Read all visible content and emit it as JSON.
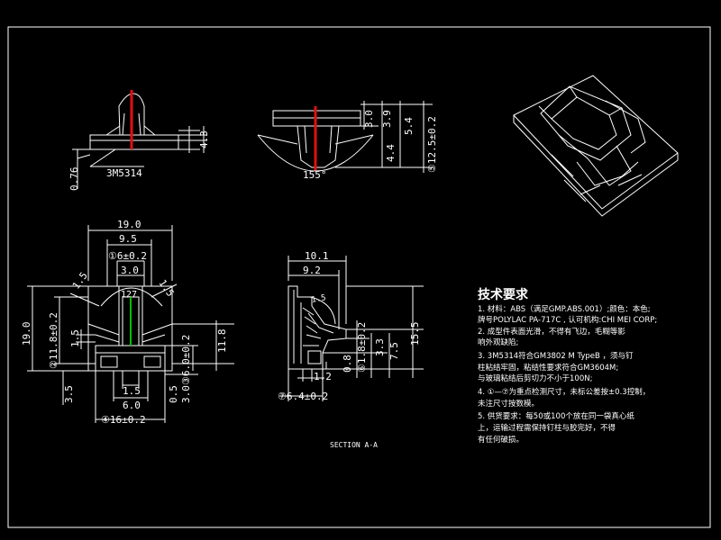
{
  "colors": {
    "background": "#000000",
    "line": "#ffffff",
    "accent_red": "#e01010",
    "highlight_green": "#00c000"
  },
  "top_view": {
    "dim_076": "0.76",
    "dim_43": "4.3",
    "part_no": "3M5314"
  },
  "front_view": {
    "dim_30": "3.0",
    "dim_39": "3.9",
    "dim_54": "5.4",
    "dim_44": "4.4",
    "angle": "155°",
    "dim_125": "⑤12.5±0.2"
  },
  "plan_view": {
    "dim_190_w": "19.0",
    "dim_95": "9.5",
    "dim_6": "①6±0.2",
    "dim_30": "3.0",
    "dim_127": "127",
    "dim_15_tl": "1.5",
    "dim_15_tr": "1.5",
    "dim_190_h": "19.0",
    "dim_118": "②11.8±0.2",
    "dim_15_l": "1.5",
    "dim_60_r": "③6.0±0.2",
    "dim_118_r": "11.8",
    "dim_35": "3.5",
    "dim_15_b": "1.5",
    "dim_60_b": "6.0",
    "dim_05": "0.5",
    "dim_30_b": "3.0",
    "dim_16": "④16±0.2"
  },
  "section_view": {
    "dim_101": "10.1",
    "dim_92": "9.2",
    "dim_15": "1.5",
    "dim_18": "⑥1.8±0.2",
    "dim_08": "0.8",
    "dim_33": "3.3",
    "dim_75": "7.5",
    "dim_155": "15.5",
    "dim_12": "1.2",
    "dim_64": "⑦6.4±0.2",
    "caption": "SECTION A-A"
  },
  "tech": {
    "title": "技术要求",
    "lines": [
      "1. 材料：ABS（满足GMP.ABS.001）;颜色：本色;",
      "   牌号POLYLAC PA-717C , 认可机构:CHI MEI CORP;",
      "2. 成型件表面光滑，不得有飞边，毛糊等影",
      "   响外观缺陷;",
      "3. 3M5314符合GM3802 M TypeB ，须与钉",
      "   柱粘结牢固，粘结性要求符合GM3604M;",
      "   与玻璃粘结后剪切力不小于100N;",
      "4. ①—⑦为重点检测尺寸，未标公差按±0.3控制，",
      "   未注尺寸按数模。",
      "5. 供货要求：每50或100个放在同一袋真心纸",
      "   上，运输过程需保持钉柱与胶完好，不得",
      "   有任何破损。"
    ]
  }
}
